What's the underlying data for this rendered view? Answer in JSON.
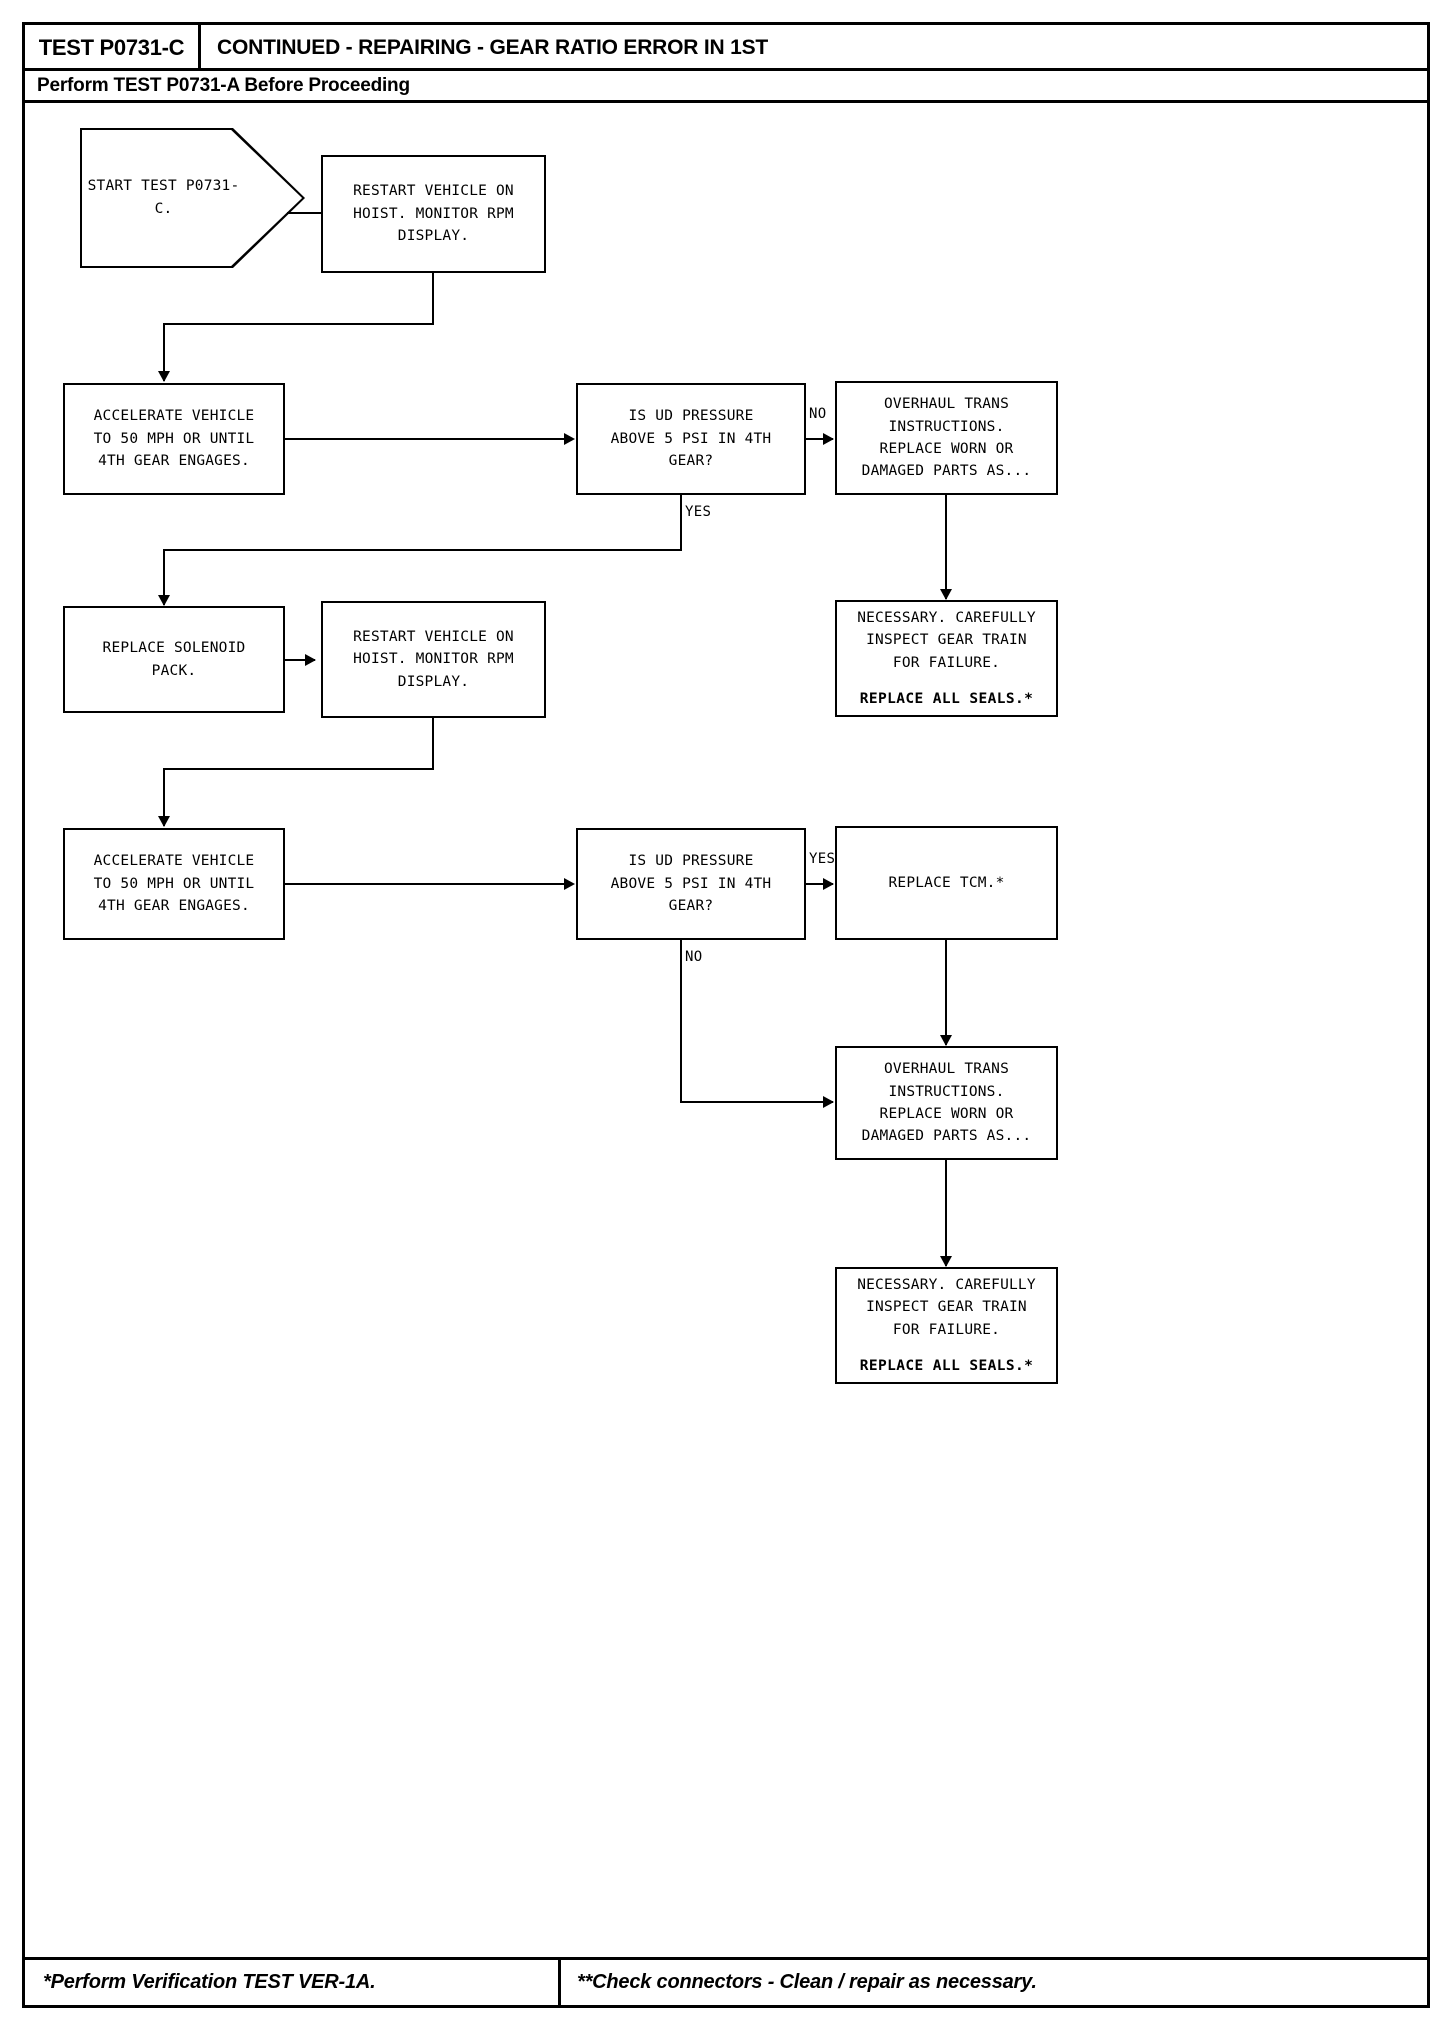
{
  "header": {
    "test_id": "TEST P0731-C",
    "title": "CONTINUED - REPAIRING - GEAR RATIO ERROR IN 1ST",
    "subtitle": "Perform TEST P0731-A Before Proceeding"
  },
  "footer": {
    "left_note": "*Perform Verification TEST VER-1A.",
    "right_note": "**Check connectors - Clean / repair as necessary."
  },
  "flowchart": {
    "type": "flowchart",
    "nodes": [
      {
        "id": "start",
        "shape": "arrow-pentagon",
        "lines": [
          "START TEST",
          "P0731-C."
        ]
      },
      {
        "id": "restart-1",
        "shape": "process",
        "lines": [
          "RESTART VEHICLE ON",
          "HOIST. MONITOR RPM",
          "DISPLAY."
        ]
      },
      {
        "id": "accelerate-1",
        "shape": "process",
        "lines": [
          "ACCELERATE VEHICLE",
          "TO 50 MPH OR UNTIL",
          "4TH GEAR ENGAGES."
        ]
      },
      {
        "id": "decision-1",
        "shape": "decision",
        "lines": [
          "IS UD PRESSURE",
          "ABOVE 5 PSI IN 4TH",
          "GEAR?"
        ]
      },
      {
        "id": "overhaul-1",
        "shape": "process",
        "lines": [
          "OVERHAUL TRANS",
          "INSTRUCTIONS.",
          "REPLACE WORN OR",
          "DAMAGED PARTS AS..."
        ]
      },
      {
        "id": "necessary-1",
        "shape": "process",
        "lines": [
          "NECESSARY. CAREFULLY",
          "INSPECT GEAR TRAIN",
          "FOR FAILURE."
        ],
        "emphasis_line": "REPLACE ALL SEALS.*"
      },
      {
        "id": "replace-solenoid",
        "shape": "process",
        "lines": [
          "REPLACE SOLENOID",
          "PACK."
        ]
      },
      {
        "id": "restart-2",
        "shape": "process",
        "lines": [
          "RESTART VEHICLE ON",
          "HOIST. MONITOR RPM",
          "DISPLAY."
        ]
      },
      {
        "id": "accelerate-2",
        "shape": "process",
        "lines": [
          "ACCELERATE VEHICLE",
          "TO 50 MPH OR UNTIL",
          "4TH GEAR ENGAGES."
        ]
      },
      {
        "id": "decision-2",
        "shape": "decision",
        "lines": [
          "IS UD PRESSURE",
          "ABOVE 5 PSI IN 4TH",
          "GEAR?"
        ]
      },
      {
        "id": "replace-tcm",
        "shape": "process",
        "lines": [
          "REPLACE TCM.*"
        ]
      },
      {
        "id": "overhaul-2",
        "shape": "process",
        "lines": [
          "OVERHAUL TRANS",
          "INSTRUCTIONS.",
          "REPLACE WORN OR",
          "DAMAGED PARTS AS..."
        ]
      },
      {
        "id": "necessary-2",
        "shape": "process",
        "lines": [
          "NECESSARY. CAREFULLY",
          "INSPECT GEAR TRAIN",
          "FOR FAILURE."
        ],
        "emphasis_line": "REPLACE ALL SEALS.*"
      }
    ],
    "edge_labels": {
      "decision1_no": "NO",
      "decision1_yes": "YES",
      "decision2_yes": "YES",
      "decision2_no": "NO"
    }
  }
}
